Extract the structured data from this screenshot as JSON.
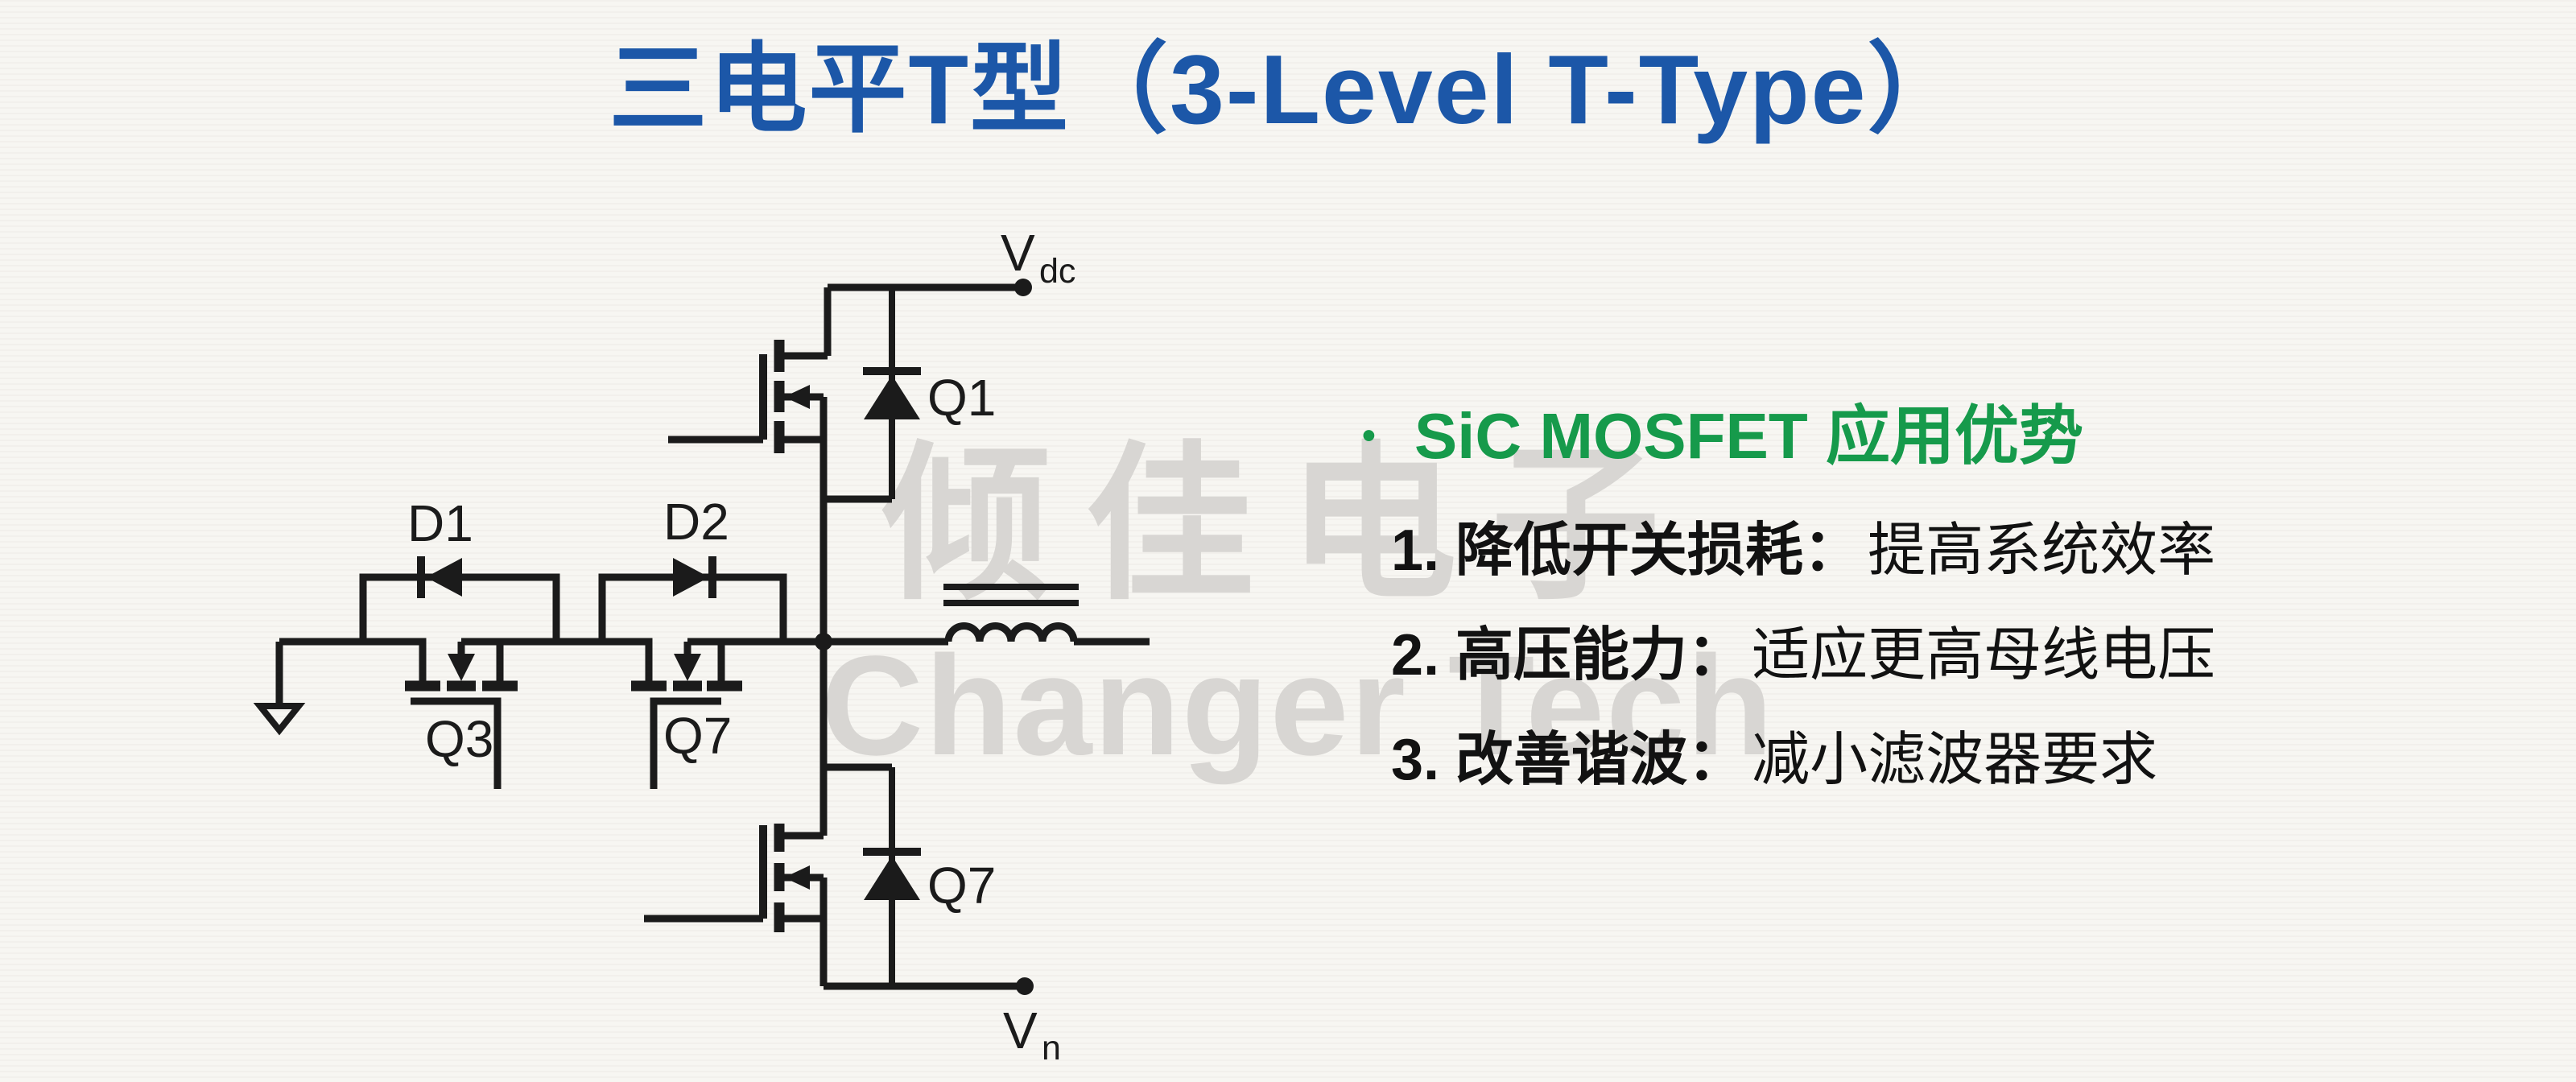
{
  "title": "三电平T型（3-Level T-Type）",
  "watermark": {
    "line1": "倾佳电子",
    "line2": "Changer Tech"
  },
  "panel": {
    "bullet": "•",
    "heading": "SiC MOSFET 应用优势",
    "items": [
      {
        "num": "1.",
        "term": "降低开关损耗：",
        "desc": "提高系统效率"
      },
      {
        "num": "2.",
        "term": "高压能力：",
        "desc": "适应更高母线电压"
      },
      {
        "num": "3.",
        "term": "改善谐波：",
        "desc": "减小滤波器要求"
      }
    ]
  },
  "circuit": {
    "labels": {
      "vdc_v": "V",
      "vdc_sub": "dc",
      "vn_v": "V",
      "vn_sub": "n",
      "q1": "Q1",
      "q3": "Q3",
      "q7_mid": "Q7",
      "q7_low": "Q7",
      "d1": "D1",
      "d2": "D2"
    }
  },
  "colors": {
    "title_blue": "#1c57a8",
    "accent_green": "#169a4b",
    "ink": "#1b1b1b",
    "watermark_gray": "#d8d6d3",
    "background": "#f7f6f2"
  }
}
